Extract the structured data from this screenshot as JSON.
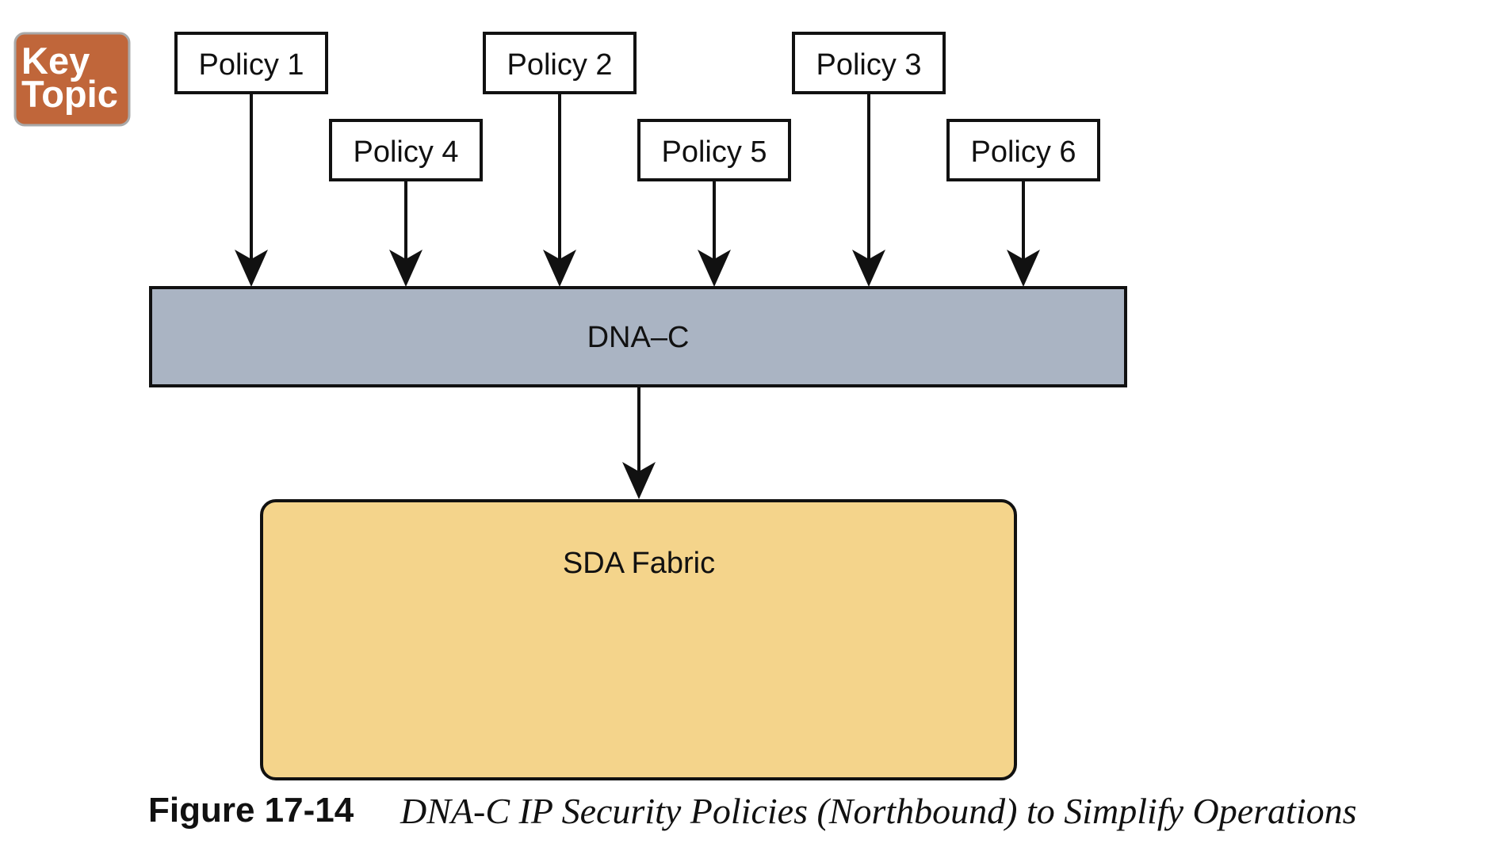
{
  "badge": {
    "line1": "Key",
    "line2": "Topic",
    "color": "#c0663a"
  },
  "policies": [
    {
      "label": "Policy 1"
    },
    {
      "label": "Policy 4"
    },
    {
      "label": "Policy 2"
    },
    {
      "label": "Policy 5"
    },
    {
      "label": "Policy 3"
    },
    {
      "label": "Policy 6"
    }
  ],
  "controller": {
    "label": "DNA–C",
    "color": "#aab4c3"
  },
  "fabric": {
    "label": "SDA Fabric",
    "color": "#f4d48b"
  },
  "caption": {
    "number": "Figure 17-14",
    "title": "DNA-C IP Security Policies (Northbound) to Simplify Operations"
  }
}
